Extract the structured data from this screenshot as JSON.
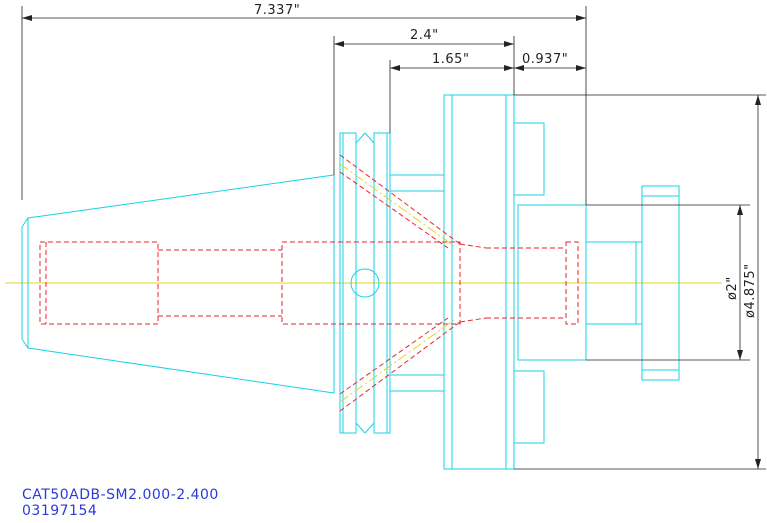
{
  "dimensions": {
    "overall_length": "7.337\"",
    "flange_to_end": "2.4\"",
    "groove_to_end": "1.65\"",
    "shank_length": "0.937\"",
    "shank_diameter": "ø2\"",
    "body_diameter": "ø4.875\""
  },
  "caption": {
    "part_number": "CAT50ADB-SM2.000-2.400",
    "item_number": "03197154"
  },
  "colors": {
    "outline": "#19d3e6",
    "hidden_lines": "#e8262b",
    "centerline": "#e6d51a",
    "dimension": "#222222",
    "caption_text": "#2a3bd8"
  }
}
